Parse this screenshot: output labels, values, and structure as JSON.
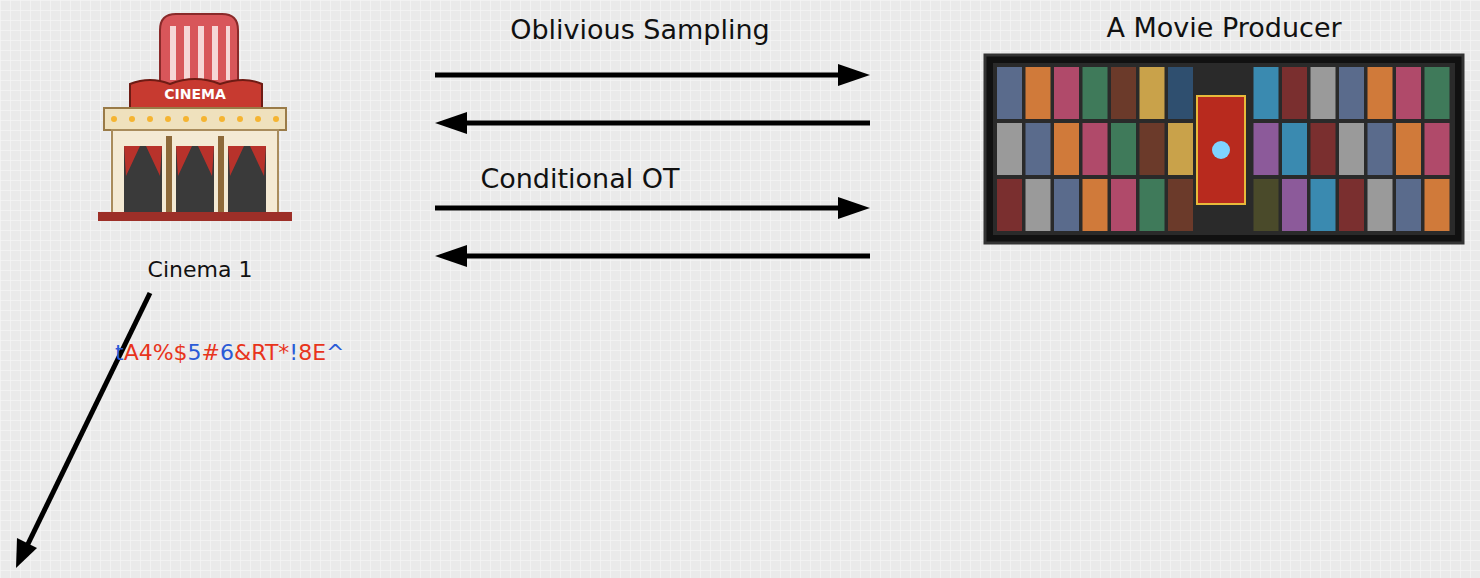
{
  "diagram": {
    "nodes": [
      {
        "text": [
          "Cinema 1"
        ]
      },
      {
        "text": [
          "A Movie Producer"
        ]
      }
    ],
    "edges": [
      {
        "from": 0,
        "to": 1,
        "arrow": "to",
        "label": "Oblivious Sampling"
      },
      {
        "from": 1,
        "to": 0,
        "arrow": "to"
      },
      {
        "from": 0,
        "to": 1,
        "arrow": "to",
        "label": "Conditional OT"
      },
      {
        "from": 1,
        "to": 0,
        "arrow": "to"
      }
    ],
    "labels": [
      "CINEMA",
      "tA4%$5#6&RT*!8E^"
    ]
  }
}
